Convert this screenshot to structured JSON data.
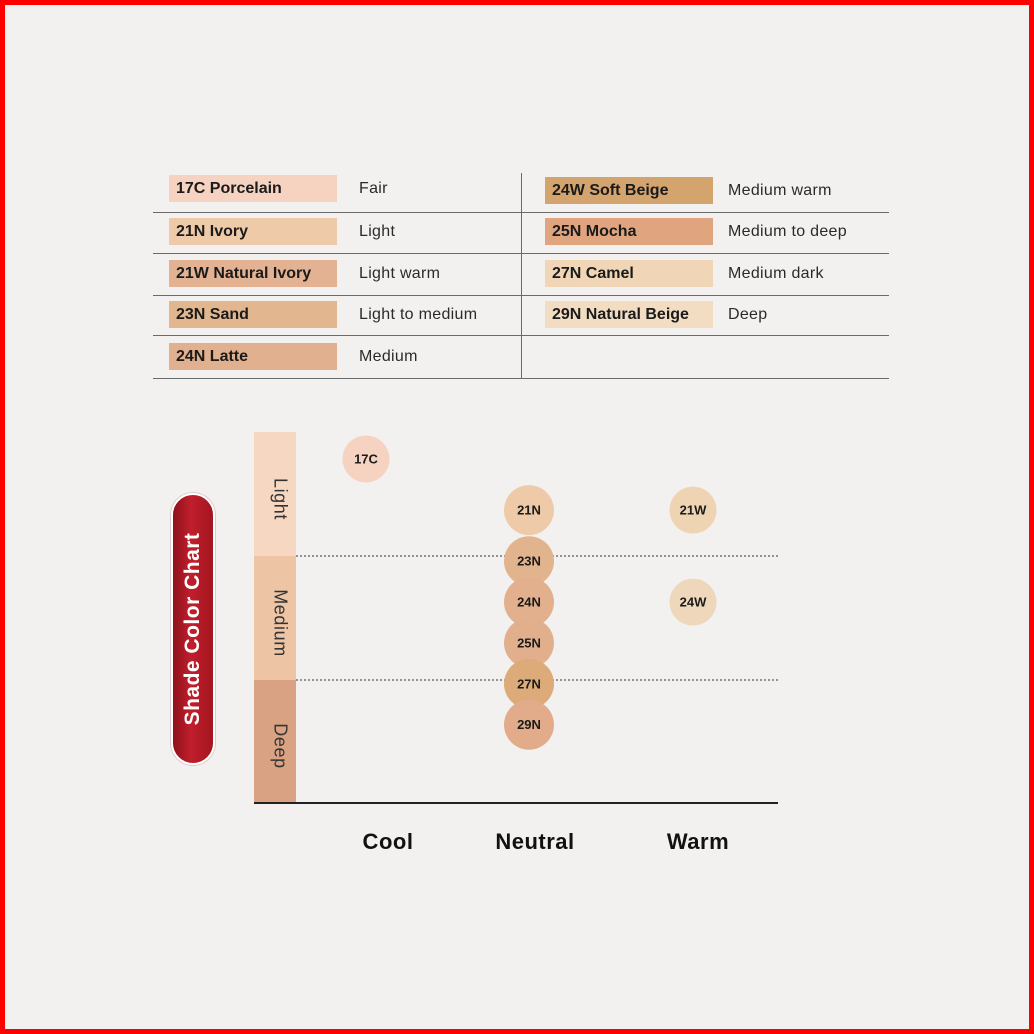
{
  "shade_table": {
    "left_column": [
      {
        "code": "17C Porcelain",
        "description": "Fair",
        "color": "#f5d3c0"
      },
      {
        "code": "21N Ivory",
        "description": "Light",
        "color": "#efcaa8"
      },
      {
        "code": "21W Natural Ivory",
        "description": "Light warm",
        "color": "#e3b292"
      },
      {
        "code": "23N Sand",
        "description": "Light to medium",
        "color": "#e2b68e"
      },
      {
        "code": "24N Latte",
        "description": "Medium",
        "color": "#e1b08e"
      }
    ],
    "right_column": [
      {
        "code": "24W Soft Beige",
        "description": "Medium warm",
        "color": "#d4a46e"
      },
      {
        "code": "25N Mocha",
        "description": "Medium to deep",
        "color": "#e0a47e"
      },
      {
        "code": "27N Camel",
        "description": "Medium dark",
        "color": "#f0d6b6"
      },
      {
        "code": "29N Natural Beige",
        "description": "Deep",
        "color": "#f2ddc2"
      }
    ]
  },
  "chart_data": {
    "type": "scatter",
    "title": "Shade Color Chart",
    "x_categories": [
      "Cool",
      "Neutral",
      "Warm"
    ],
    "depth_bands": [
      {
        "label": "Light",
        "color": "#f6d8c2"
      },
      {
        "label": "Medium",
        "color": "#edc4a4"
      },
      {
        "label": "Deep",
        "color": "#d9a283"
      }
    ],
    "points": [
      {
        "label": "17C",
        "x": "Cool",
        "depth": 1.0,
        "color": "#f5d3c0"
      },
      {
        "label": "21N",
        "x": "Neutral",
        "depth": 1.5,
        "color": "#efcaa8"
      },
      {
        "label": "21W",
        "x": "Warm",
        "depth": 1.5,
        "color": "#efd4b4"
      },
      {
        "label": "23N",
        "x": "Neutral",
        "depth": 2.0,
        "color": "#e2b48e"
      },
      {
        "label": "24N",
        "x": "Neutral",
        "depth": 2.4,
        "color": "#e2b08c"
      },
      {
        "label": "24W",
        "x": "Warm",
        "depth": 2.4,
        "color": "#efd7bc"
      },
      {
        "label": "25N",
        "x": "Neutral",
        "depth": 2.8,
        "color": "#e2af8d"
      },
      {
        "label": "27N",
        "x": "Neutral",
        "depth": 3.2,
        "color": "#dcab79"
      },
      {
        "label": "29N",
        "x": "Neutral",
        "depth": 3.6,
        "color": "#e2ac8b"
      }
    ],
    "grid": "dashed band dividers"
  }
}
